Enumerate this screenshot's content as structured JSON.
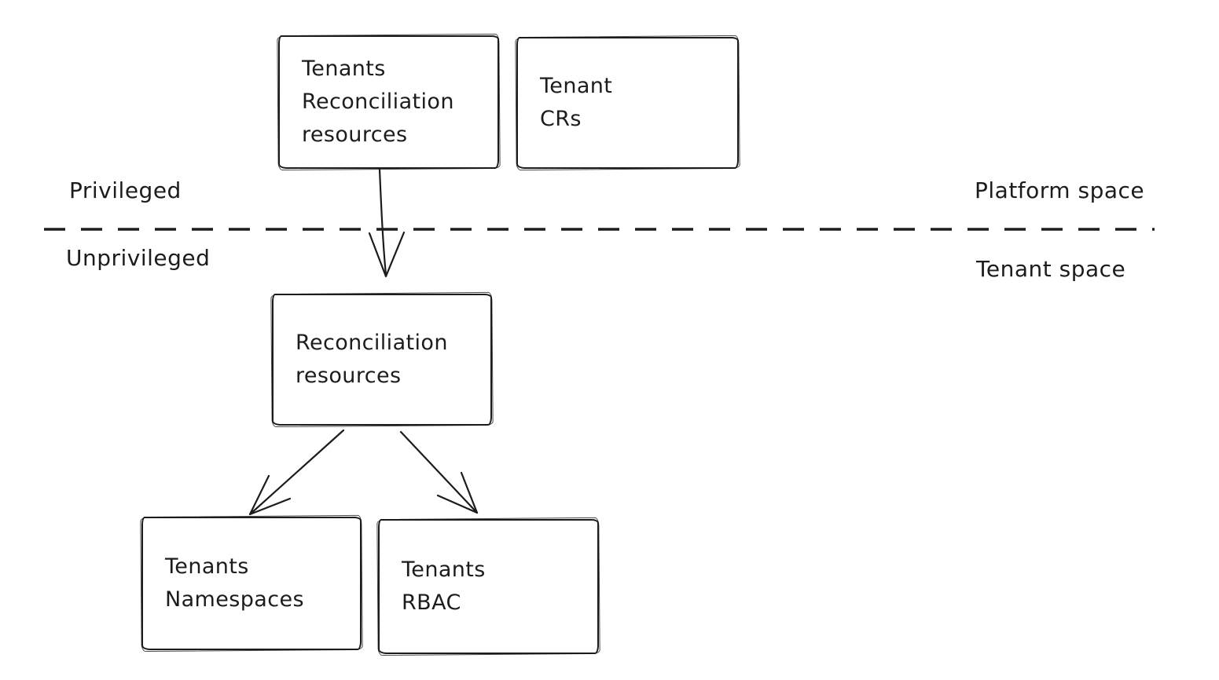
{
  "diagram": {
    "nodes": [
      {
        "id": "tenants-reconciliation-resources",
        "label": "Tenants\nReconciliation\nresources",
        "zone": "platform"
      },
      {
        "id": "tenant-crs",
        "label": "Tenant\nCRs",
        "zone": "platform"
      },
      {
        "id": "reconciliation-resources",
        "label": "Reconciliation\nresources",
        "zone": "tenant"
      },
      {
        "id": "tenants-namespaces",
        "label": "Tenants\nNamespaces",
        "zone": "tenant"
      },
      {
        "id": "tenants-rbac",
        "label": "Tenants\nRBAC",
        "zone": "tenant"
      }
    ],
    "edges": [
      {
        "from": "tenants-reconciliation-resources",
        "to": "reconciliation-resources"
      },
      {
        "from": "reconciliation-resources",
        "to": "tenants-namespaces"
      },
      {
        "from": "reconciliation-resources",
        "to": "tenants-rbac"
      }
    ],
    "zone_labels": {
      "top_left": "Privileged",
      "bottom_left": "Unprivileged",
      "top_right": "Platform space",
      "bottom_right": "Tenant space"
    },
    "divider": {
      "style": "dashed",
      "separates": [
        "Privileged / Platform space",
        "Unprivileged / Tenant space"
      ]
    },
    "colors": {
      "stroke": "#1c1c1c",
      "background": "#ffffff"
    }
  }
}
